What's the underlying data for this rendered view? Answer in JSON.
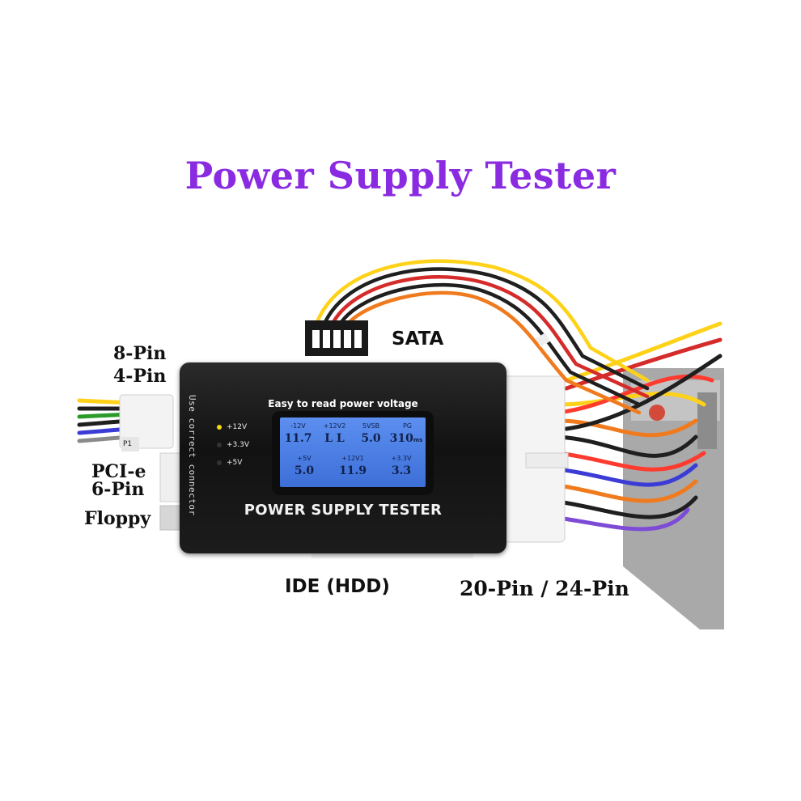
{
  "title": "Power Supply Tester",
  "labels": {
    "sata": "SATA",
    "pin8": "8-Pin",
    "pin4": "4-Pin",
    "pcie": "PCI-e",
    "pcie6": "6-Pin",
    "floppy": "Floppy",
    "ide": "IDE (HDD)",
    "atx": "20-Pin / 24-Pin"
  },
  "device": {
    "subtitle": "Easy to read power voltage",
    "name": "POWER SUPPLY TESTER",
    "side_text": "Use correct connector",
    "port_p1": "P1",
    "leds": [
      {
        "label": "+12V",
        "color": "#f5d90a"
      },
      {
        "label": "+3.3V",
        "color": "#333333"
      },
      {
        "label": "+5V",
        "color": "#333333"
      }
    ],
    "lcd": {
      "row1_headers": [
        "-12V",
        "+12V2",
        "5VSB",
        "PG"
      ],
      "row1_values": [
        "11.7",
        "L L",
        "5.0",
        "310"
      ],
      "pg_unit": "ms",
      "row2_headers": [
        "+5V",
        "+12V1",
        "+3.3V"
      ],
      "row2_values": [
        "5.0",
        "11.9",
        "3.3"
      ]
    }
  },
  "colors": {
    "title": "#8a2be2",
    "lcd": "#4a7fe6",
    "device_body": "#1a1a1a"
  }
}
